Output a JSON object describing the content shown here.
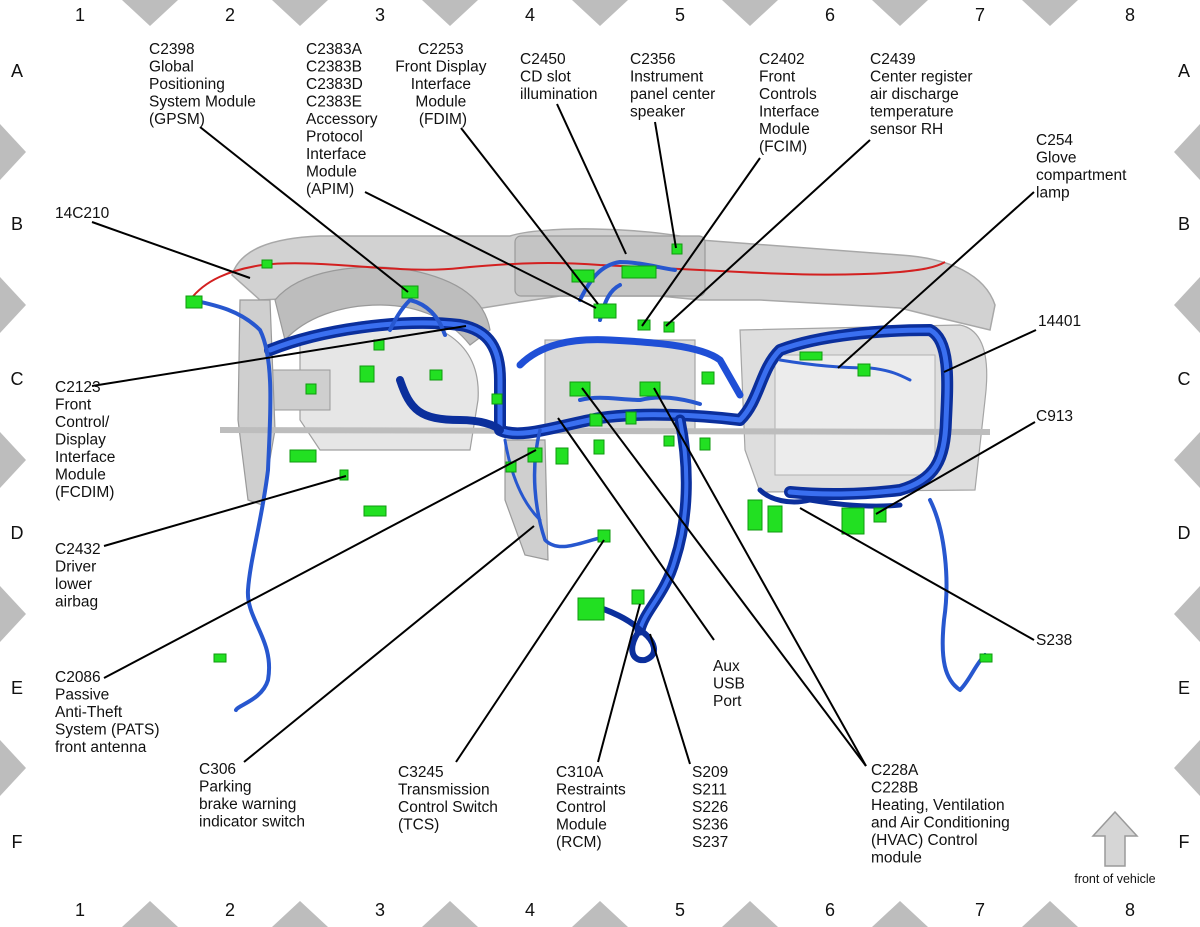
{
  "colors": {
    "harness": "#1f4fd6",
    "harness_dark": "#0b2f9c",
    "connector": "#22e022",
    "red_wire": "#d32020",
    "panel": "#c9c9c9",
    "frame": "#b9b9b9"
  },
  "grid": {
    "columns": [
      "1",
      "2",
      "3",
      "4",
      "5",
      "6",
      "7",
      "8"
    ],
    "rows": [
      "A",
      "B",
      "C",
      "D",
      "E",
      "F"
    ]
  },
  "callouts": {
    "c2398": [
      "C2398",
      "Global",
      "Positioning",
      "System Module",
      "(GPSM)"
    ],
    "c2383": [
      "C2383A",
      "C2383B",
      "C2383D",
      "C2383E",
      "Accessory",
      "Protocol",
      "Interface",
      "Module",
      "(APIM)"
    ],
    "c2253": [
      "C2253",
      "Front Display",
      "Interface",
      "Module",
      "(FDIM)"
    ],
    "c2450": [
      "C2450",
      "CD slot",
      "illumination"
    ],
    "c2356": [
      "C2356",
      "Instrument",
      "panel center",
      "speaker"
    ],
    "c2402": [
      "C2402",
      "Front",
      "Controls",
      "Interface",
      "Module",
      "(FCIM)"
    ],
    "c2439": [
      "C2439",
      "Center register",
      "air discharge",
      "temperature",
      "sensor RH"
    ],
    "c254": [
      "C254",
      "Glove",
      "compartment",
      "lamp"
    ],
    "c14c210": [
      "14C210"
    ],
    "c14401": [
      "14401"
    ],
    "c2123": [
      "C2123",
      "Front",
      "Control/",
      "Display",
      "Interface",
      "Module",
      "(FCDIM)"
    ],
    "c913": [
      "C913"
    ],
    "c2432": [
      "C2432",
      "Driver",
      "lower",
      "airbag"
    ],
    "s238": [
      "S238"
    ],
    "c2086": [
      "C2086",
      "Passive",
      "Anti-Theft",
      "System (PATS)",
      "front antenna"
    ],
    "aux": [
      "Aux",
      "USB",
      "Port"
    ],
    "c306": [
      "C306",
      "Parking",
      "brake warning",
      "indicator switch"
    ],
    "c3245": [
      "C3245",
      "Transmission",
      "Control Switch",
      "(TCS)"
    ],
    "c310a": [
      "C310A",
      "Restraints",
      "Control",
      "Module",
      "(RCM)"
    ],
    "s209": [
      "S209",
      "S211",
      "S226",
      "S236",
      "S237"
    ],
    "c228": [
      "C228A",
      "C228B",
      "Heating, Ventilation",
      "and Air Conditioning",
      "(HVAC) Control",
      "module"
    ]
  },
  "front_of_vehicle": "front of vehicle"
}
